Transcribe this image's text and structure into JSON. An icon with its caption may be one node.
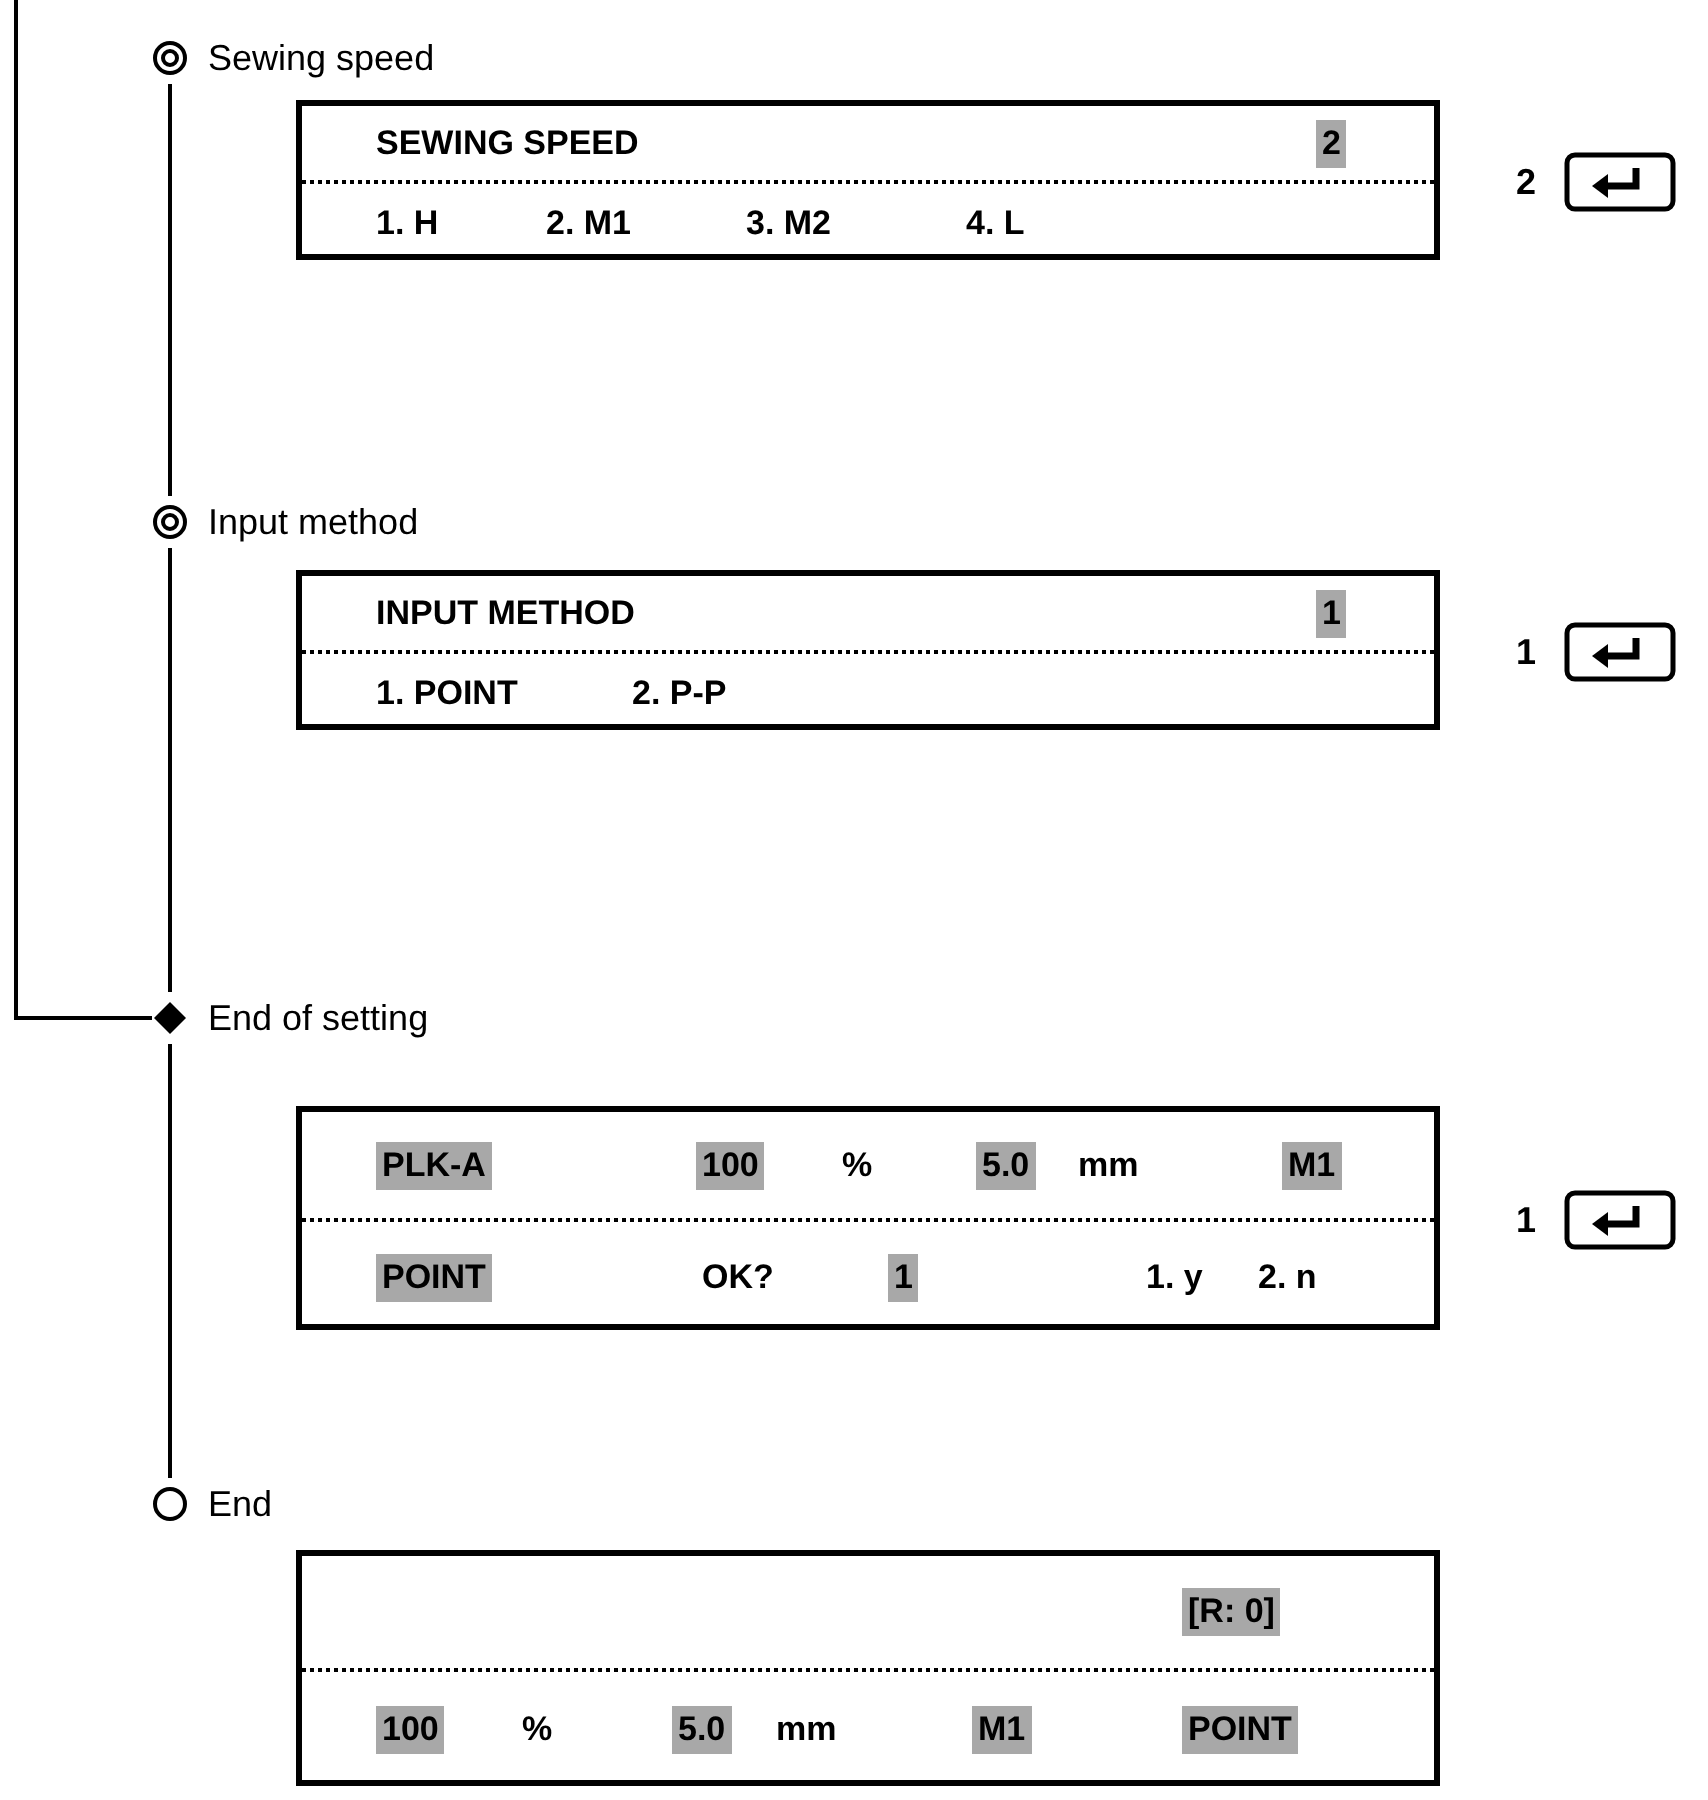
{
  "diagram": {
    "nodes": [
      {
        "text": [
          "Sewing speed"
        ]
      },
      {
        "text": [
          "SEWING SPEED",
          "2",
          "1. H",
          "2. M1",
          "3. M2",
          "4. L"
        ],
        "beside": [
          "2"
        ]
      },
      {
        "text": [
          "Input method"
        ]
      },
      {
        "text": [
          "INPUT METHOD",
          "1",
          "1. POINT",
          "2. P-P"
        ],
        "beside": [
          "1"
        ]
      },
      {
        "text": [
          "End of setting"
        ]
      },
      {
        "text": [
          "PLK-A",
          "100",
          "%",
          "5.0",
          "mm",
          "M1",
          "POINT",
          "OK?",
          "1",
          "1. y",
          "2. n"
        ],
        "beside": [
          "1"
        ]
      },
      {
        "text": [
          "End"
        ]
      },
      {
        "text": [
          "[R: 0]",
          "100",
          "%",
          "5.0",
          "mm",
          "M1",
          "POINT"
        ]
      }
    ],
    "edges": [
      {
        "from": 0,
        "to": 2,
        "arrow": "none"
      },
      {
        "from": 2,
        "to": 4,
        "arrow": "none"
      },
      {
        "from": 4,
        "to": 6,
        "arrow": "none"
      },
      {
        "from": null,
        "to": 4,
        "arrow": "none"
      }
    ]
  }
}
